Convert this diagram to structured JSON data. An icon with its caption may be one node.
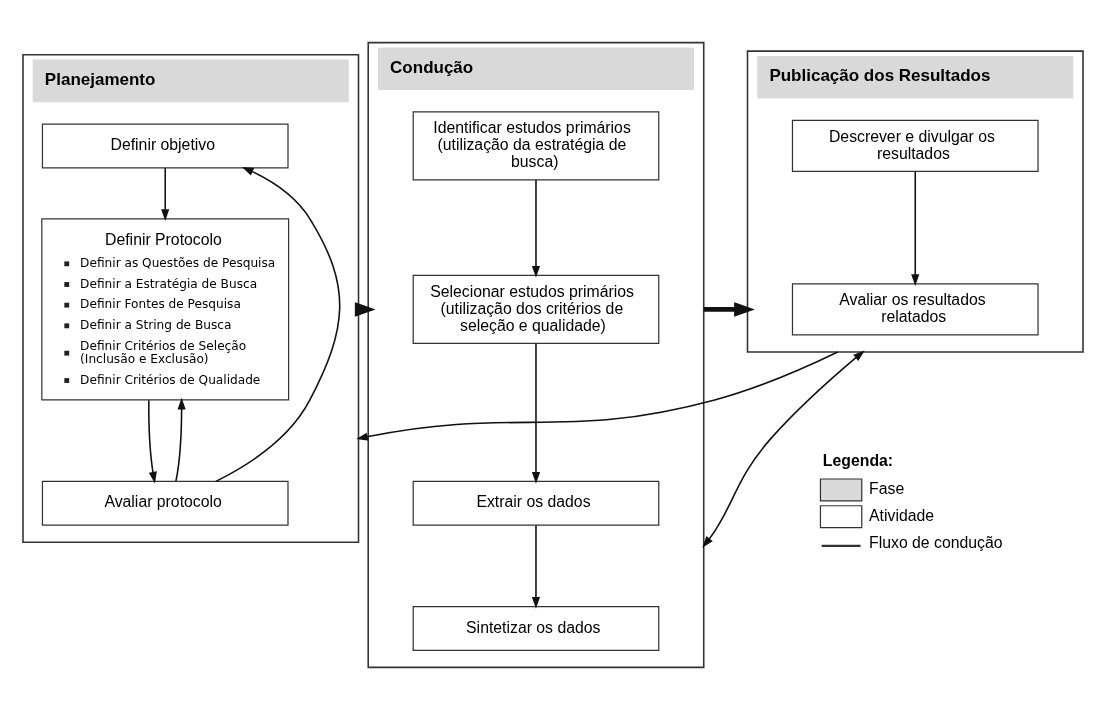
{
  "diagram": {
    "nodes": [
      {
        "text": [
          "Planejamento"
        ]
      },
      {
        "text": [
          "Definir objetivo"
        ],
        "in": 0
      },
      {
        "text": [
          "Definir Protocolo",
          "Definir as Questões de Pesquisa",
          "Definir a Estratégia de Busca",
          "Definir Fontes de Pesquisa",
          "Definir a String de Busca",
          "Definir Critérios de Seleção (Inclusão e Exclusão)",
          "Definir Critérios de Qualidade"
        ],
        "in": 0
      },
      {
        "text": [
          "Avaliar protocolo"
        ],
        "in": 0
      },
      {
        "text": [
          "Condução"
        ]
      },
      {
        "text": [
          "Identificar estudos primários (utilização da estratégia de busca)"
        ],
        "in": 4
      },
      {
        "text": [
          "Selecionar estudos primários (utilização dos critérios de seleção e qualidade)"
        ],
        "in": 4
      },
      {
        "text": [
          "Extrair os dados"
        ],
        "in": 4
      },
      {
        "text": [
          "Sintetizar os dados"
        ],
        "in": 4
      },
      {
        "text": [
          "Publicação dos Resultados"
        ]
      },
      {
        "text": [
          "Descrever e divulgar os resultados"
        ],
        "in": 9
      },
      {
        "text": [
          "Avaliar os resultados relatados"
        ],
        "in": 9
      }
    ],
    "edges": [
      {
        "from": 1,
        "to": 2,
        "arrow": "to"
      },
      {
        "from": 2,
        "to": 3,
        "arrow": "to"
      },
      {
        "from": 3,
        "to": 1,
        "arrow": "to"
      },
      {
        "from": 3,
        "to": 2,
        "arrow": "to"
      },
      {
        "from": 0,
        "to": 4,
        "arrow": "to",
        "style": "thick"
      },
      {
        "from": 5,
        "to": 6,
        "arrow": "to"
      },
      {
        "from": 6,
        "to": 7,
        "arrow": "to"
      },
      {
        "from": 7,
        "to": 8,
        "arrow": "to"
      },
      {
        "from": 4,
        "to": 9,
        "arrow": "to",
        "style": "thick"
      },
      {
        "from": 10,
        "to": 11,
        "arrow": "to"
      },
      {
        "from": 9,
        "to": 0,
        "arrow": "to"
      },
      {
        "from": 9,
        "to": 4,
        "arrow": "both"
      }
    ],
    "labels": [
      "Legenda:"
    ],
    "legend": [
      {
        "text": "Fase",
        "color": "#d9d9d9"
      },
      {
        "text": "Atividade",
        "color": "#ffffff"
      },
      {
        "text": "Fluxo de condução"
      }
    ]
  }
}
